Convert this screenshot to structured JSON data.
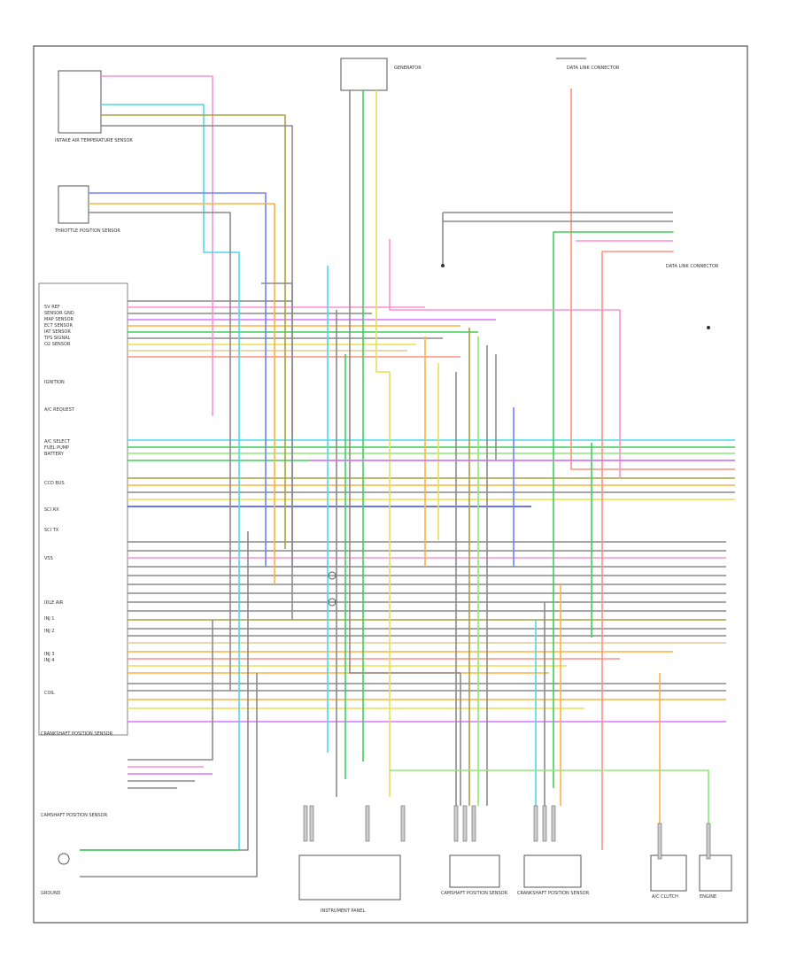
{
  "diagram": {
    "title": "",
    "footer_code": "",
    "components": {
      "left_top_sensor": "INTAKE AIR TEMPERATURE SENSOR",
      "left_tps": "THROTTLE POSITION SENSOR",
      "generator": "GENERATOR",
      "right_top": "DATA LINK CONNECTOR",
      "right_connector": "DATA LINK CONNECTOR",
      "camshaft_sensor": "CAMSHAFT POSITION SENSOR",
      "crank_sensor": "CRANKSHAFT POSITION SENSOR",
      "ground": "GROUND",
      "bottom_1": "INSTRUMENT PANEL",
      "bottom_2": "CAMSHAFT POSITION SENSOR",
      "bottom_3": "CRANKSHAFT POSITION SENSOR",
      "bottom_4": "A/C CLUTCH",
      "bottom_5": "ENGINE"
    },
    "pcm_pin_labels": [
      "5V REF",
      "SENSOR GND",
      "MAP SENSOR",
      "ECT SENSOR",
      "IAT SENSOR",
      "TPS SIGNAL",
      "O2 SENSOR",
      "IGNITION",
      "A/C REQUEST",
      "A/C SELECT",
      "FUEL PUMP",
      "BATTERY",
      "CCD BUS",
      "SCI RX",
      "SCI TX",
      "VSS",
      "IDLE AIR",
      "INJ 1",
      "INJ 2",
      "INJ 3",
      "INJ 4",
      "COIL"
    ],
    "wire_colors": {
      "gray": "#8a8a8a",
      "pink": "#ff8fd0",
      "violet": "#e070ff",
      "green": "#3ecf5a",
      "lightgreen": "#8ee87a",
      "blue": "#7080ff",
      "darkblue": "#3a4ae0",
      "cyan": "#4fd8e8",
      "orange": "#ffb040",
      "yellow": "#e8e050",
      "olive": "#a8a040",
      "tan": "#e8c890",
      "salmon": "#ff9080",
      "black": "#444444"
    }
  }
}
